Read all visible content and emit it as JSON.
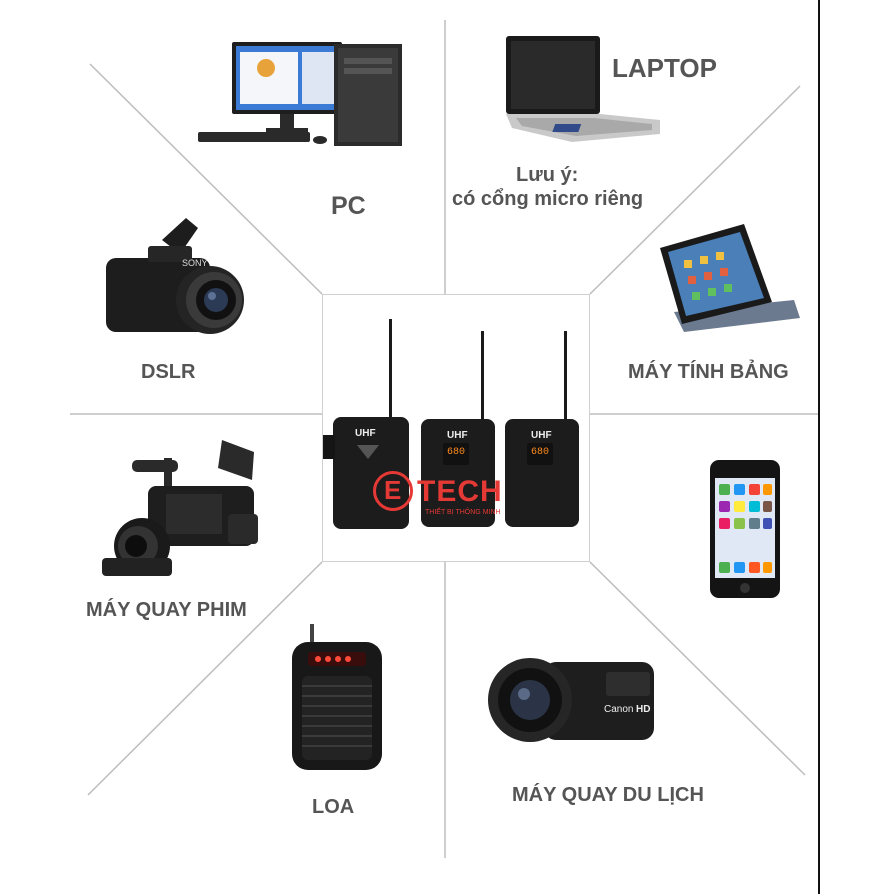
{
  "labels": {
    "pc": "PC",
    "laptop": "LAPTOP",
    "note_line1": "Lưu ý:",
    "note_line2": "có cổng micro riêng",
    "dslr": "DSLR",
    "tablet": "MÁY TÍNH BẢNG",
    "camcorder_pro": "MÁY QUAY PHIM",
    "speaker": "LOA",
    "camcorder_travel": "MÁY QUAY DU LỊCH"
  },
  "receiver": {
    "band_label": "UHF",
    "brand": "TECH",
    "brand_tagline": "THIẾT BỊ THÔNG MINH",
    "brand_letter": "E",
    "channel_display": "680"
  },
  "brands": {
    "camera_brand": "SONY",
    "camcorder_brand": "Canon",
    "hd_mark": "HD"
  },
  "colors": {
    "label_gray": "#555555",
    "divider": "#bdbdbd",
    "brand_red": "#e53935",
    "device_black": "#1c1c1c",
    "display_orange": "#ff8a1c"
  }
}
